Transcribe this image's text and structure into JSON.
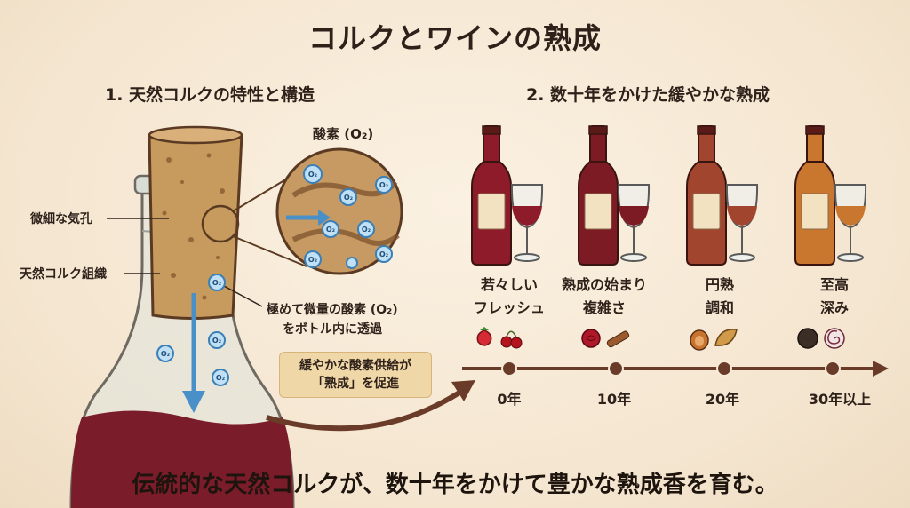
{
  "title": "コルクとワインの熟成",
  "left": {
    "heading": "1. 天然コルクの特性と構造",
    "oxygen_label": "酸素 (O₂)",
    "pores_label": "微細な気孔",
    "tissue_label": "天然コルク組織",
    "permeation_line1": "極めて微量の酸素 (O₂)",
    "permeation_line2": "をボトル内に透過",
    "note_line1": "緩やかな酸素供給が",
    "note_line2": "「熟成」を促進",
    "o2_glyph": "O₂"
  },
  "right": {
    "heading": "2. 数十年をかけた緩やかな熟成",
    "stages": [
      {
        "line1": "若々しい",
        "line2": "フレッシュ",
        "year": "0年",
        "wine_color": "#8e1b2a",
        "icons": [
          "strawberry-icon",
          "cherry-icon"
        ]
      },
      {
        "line1": "熟成の始まり",
        "line2": "複雑さ",
        "year": "10年",
        "wine_color": "#7d1b24",
        "icons": [
          "rose-icon",
          "cinnamon-icon"
        ]
      },
      {
        "line1": "円熟",
        "line2": "調和",
        "year": "20年",
        "wine_color": "#a1452f",
        "icons": [
          "fig-icon",
          "leaf-icon"
        ]
      },
      {
        "line1": "至高",
        "line2": "深み",
        "year": "30年以上",
        "wine_color": "#c9772e",
        "icons": [
          "truffle-icon",
          "spiral-icon"
        ]
      }
    ]
  },
  "bottom_caption": "伝統的な天然コルクが、数十年をかけて豊かな熟成香を育む。",
  "colors": {
    "background": "#f6ead8",
    "cork": "#c79a5d",
    "wine": "#7a1c2a",
    "timeline": "#6b3b2a",
    "accent_blue": "#4a90c8"
  }
}
